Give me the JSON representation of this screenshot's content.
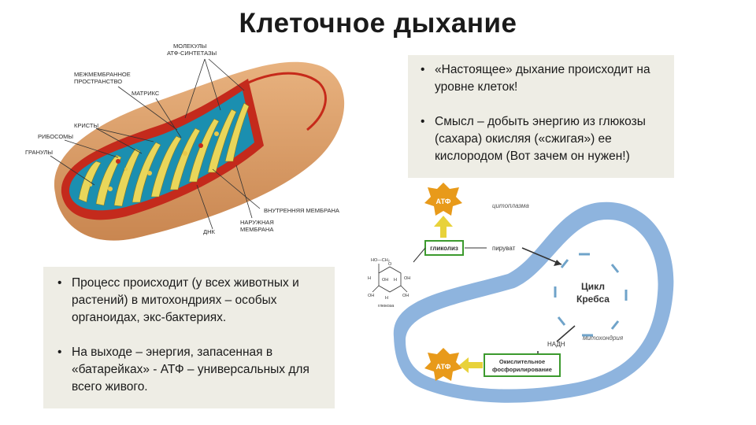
{
  "title": "Клеточное дыхание",
  "top_panel": {
    "bullets": [
      "«Настоящее» дыхание происходит на уровне клеток!",
      "Смысл – добыть энергию из глюкозы (сахара) окисляя («сжигая») ее кислородом (Вот зачем он нужен!)"
    ]
  },
  "bottom_panel": {
    "bullets": [
      "Процесс происходит (у всех животных и растений) в митохондриях – особых органоидах, экс-бактериях.",
      "На выходе – энергия, запасенная в «батарейках» - АТФ – универсальных для всего живого."
    ]
  },
  "mito_labels": {
    "atp_synthase_1": "МОЛЕКУЛЫ",
    "atp_synthase_2": "АТФ-СИНТЕТАЗЫ",
    "intermembrane_1": "МЕЖМЕМБРАННОЕ",
    "intermembrane_2": "ПРОСТРАНСТВО",
    "matrix": "МАТРИКС",
    "cristae": "КРИСТЫ",
    "ribosomes": "РИБОСОМЫ",
    "granules": "ГРАНУЛЫ",
    "inner_membrane": "ВНУТРЕННЯЯ МЕМБРАНА",
    "outer_membrane_1": "НАРУЖНАЯ",
    "outer_membrane_2": "МЕМБРАНА",
    "dna": "ДНК"
  },
  "krebs_labels": {
    "atp_top": "АТФ",
    "atp_bottom": "АТФ",
    "cytoplasm": "цитоплазма",
    "glycolysis": "гликолиз",
    "pyruvate": "пируват",
    "cycle_1": "Цикл",
    "cycle_2": "Кребса",
    "nadh": "НАДН",
    "mitochondrion": "митохондрия",
    "oxphos_1": "Окислительное",
    "oxphos_2": "фосфорилирование",
    "glucose": "глюкоза",
    "glucose_top": "HO—CH₂",
    "ring_h": "H",
    "ring_oh": "OH",
    "ring_o": "O"
  },
  "colors": {
    "panel_bg": "#eeede5",
    "outer_membrane": "#d99a64",
    "inner_red": "#c42a1c",
    "matrix_teal": "#1b8fb0",
    "cristae_yellow": "#e9d65a",
    "atp_orange": "#e89a1a",
    "arrow_green": "#3c9a2e",
    "mito_blue": "#8eb4de"
  }
}
